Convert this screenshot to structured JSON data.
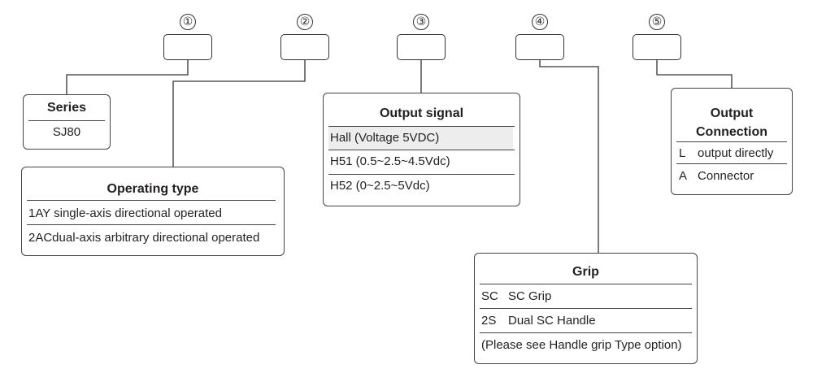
{
  "markers": [
    "①",
    "②",
    "③",
    "④",
    "⑤"
  ],
  "series": {
    "title": "Series",
    "value": "SJ80"
  },
  "operating_type": {
    "title": "Operating type",
    "rows": [
      "1AY single-axis directional operated",
      "2ACdual-axis arbitrary directional operated"
    ]
  },
  "output_signal": {
    "title": "Output signal",
    "rows": [
      "Hall (Voltage 5VDC)",
      "H51  (0.5~2.5~4.5Vdc)",
      "H52  (0~2.5~5Vdc)"
    ]
  },
  "grip": {
    "title": "Grip",
    "rows": [
      {
        "code": "SC",
        "label": "SC Grip"
      },
      {
        "code": "2S",
        "label": "Dual SC Handle"
      }
    ],
    "note": "(Please see Handle grip Type option)"
  },
  "output_connection": {
    "title_line1": "Output",
    "title_line2": "Connection",
    "rows": [
      {
        "code": "L",
        "label": "output directly"
      },
      {
        "code": "A",
        "label": "Connector"
      }
    ]
  }
}
